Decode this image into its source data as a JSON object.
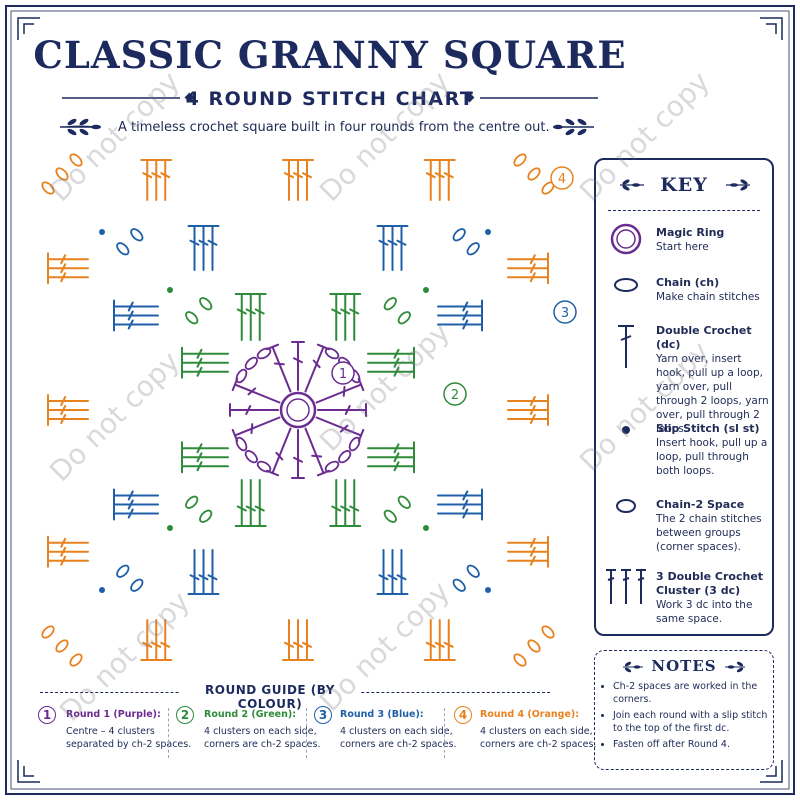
{
  "header": {
    "title": "CLASSIC GRANNY SQUARE",
    "subtitle": "4 ROUND STITCH CHART",
    "description": "A timeless crochet square built in four rounds from the centre out."
  },
  "chart_labels": {
    "round1": "1",
    "round2": "2",
    "round3": "3",
    "round4": "4"
  },
  "colors": {
    "round1": "#6a2c91",
    "round2": "#2e8b3a",
    "round3": "#1f5fa8",
    "round4": "#e8821e",
    "navy": "#1c2a5e"
  },
  "key": {
    "title": "KEY",
    "items": [
      {
        "name": "Magic Ring",
        "desc": "Start here"
      },
      {
        "name": "Chain (ch)",
        "desc": "Make chain stitches"
      },
      {
        "name": "Double Crochet (dc)",
        "desc": "Yarn over, insert hook, pull up a loop, yarn over, pull through 2 loops, yarn over, pull through 2 loops."
      },
      {
        "name": "Slip Stitch (sl st)",
        "desc": "Insert hook, pull up a loop, pull through both loops."
      },
      {
        "name": "Chain-2 Space",
        "desc": "The 2 chain stitches between groups (corner spaces)."
      },
      {
        "name": "3 Double Crochet Cluster (3 dc)",
        "desc": "Work 3 dc into the same space."
      }
    ]
  },
  "notes": {
    "title": "NOTES",
    "items": [
      "Ch-2 spaces are worked in the corners.",
      "Join each round with a slip stitch to the top of the first dc.",
      "Fasten off after Round 4."
    ]
  },
  "round_guide": {
    "title": "ROUND GUIDE (BY COLOUR)",
    "items": [
      {
        "num": "1",
        "name": "Round 1 (Purple):",
        "desc": "Centre – 4 clusters separated by ch-2 spaces."
      },
      {
        "num": "2",
        "name": "Round 2 (Green):",
        "desc": "4 clusters on each side, corners are ch-2 spaces."
      },
      {
        "num": "3",
        "name": "Round 3 (Blue):",
        "desc": "4 clusters on each side, corners are ch-2 spaces."
      },
      {
        "num": "4",
        "name": "Round 4 (Orange):",
        "desc": "4 clusters on each side, corners are ch-2 spaces."
      }
    ]
  },
  "watermark": "Do not copy"
}
